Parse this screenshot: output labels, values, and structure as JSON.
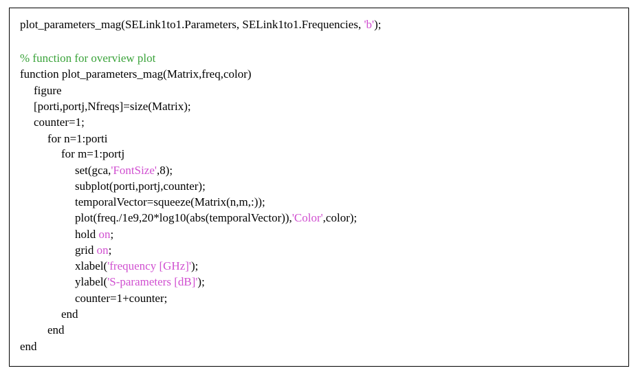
{
  "code": {
    "lines": [
      [
        {
          "t": "plot_parameters_mag(SELink1to1.Parameters, SELink1to1.Frequencies, ",
          "k": "plain"
        },
        {
          "t": "'b'",
          "k": "str"
        },
        {
          "t": ");",
          "k": "plain"
        }
      ],
      [],
      [
        {
          "t": "% function for overview plot",
          "k": "comment"
        }
      ],
      [
        {
          "t": "function plot_parameters_mag(Matrix,freq,color)",
          "k": "plain"
        }
      ],
      [
        {
          "t": "figure",
          "k": "plain"
        }
      ],
      [
        {
          "t": "[porti,portj,Nfreqs]=size(Matrix);",
          "k": "plain"
        }
      ],
      [
        {
          "t": "counter=1;",
          "k": "plain"
        }
      ],
      [
        {
          "t": "for n=1:porti",
          "k": "plain"
        }
      ],
      [
        {
          "t": "for m=1:portj",
          "k": "plain"
        }
      ],
      [
        {
          "t": "set(gca,",
          "k": "plain"
        },
        {
          "t": "'FontSize'",
          "k": "str"
        },
        {
          "t": ",8);",
          "k": "plain"
        }
      ],
      [
        {
          "t": "subplot(porti,portj,counter);",
          "k": "plain"
        }
      ],
      [
        {
          "t": "temporalVector=squeeze(Matrix(n,m,:));",
          "k": "plain"
        }
      ],
      [
        {
          "t": "plot(freq./1e9,20*log10(abs(temporalVector)),",
          "k": "plain"
        },
        {
          "t": "'Color'",
          "k": "str"
        },
        {
          "t": ",color);",
          "k": "plain"
        }
      ],
      [
        {
          "t": "hold ",
          "k": "plain"
        },
        {
          "t": "on",
          "k": "kw"
        },
        {
          "t": ";",
          "k": "plain"
        }
      ],
      [
        {
          "t": "grid ",
          "k": "plain"
        },
        {
          "t": "on",
          "k": "kw"
        },
        {
          "t": ";",
          "k": "plain"
        }
      ],
      [
        {
          "t": "xlabel(",
          "k": "plain"
        },
        {
          "t": "'frequency [GHz]'",
          "k": "str"
        },
        {
          "t": ");",
          "k": "plain"
        }
      ],
      [
        {
          "t": "ylabel(",
          "k": "plain"
        },
        {
          "t": "'S-parameters [dB]'",
          "k": "str"
        },
        {
          "t": ");",
          "k": "plain"
        }
      ],
      [
        {
          "t": "counter=1+counter;",
          "k": "plain"
        }
      ],
      [
        {
          "t": "end",
          "k": "plain"
        }
      ],
      [
        {
          "t": "end",
          "k": "plain"
        }
      ],
      [
        {
          "t": "end",
          "k": "plain"
        }
      ]
    ]
  },
  "colors": {
    "string": "#d04fd0",
    "keyword": "#d04fd0",
    "comment": "#3aa33a",
    "text": "#000000",
    "border": "#000000",
    "background": "#ffffff"
  }
}
